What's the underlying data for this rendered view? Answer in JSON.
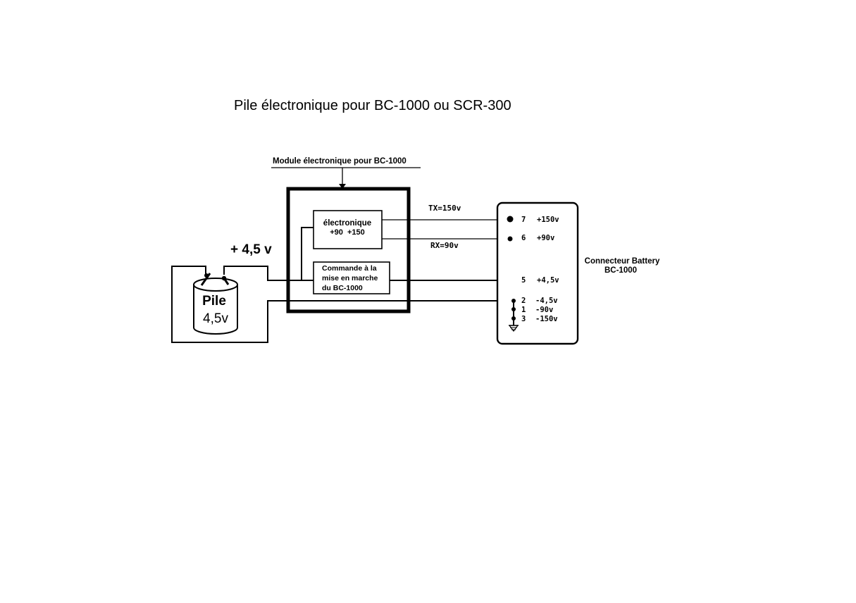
{
  "title": "Pile électronique pour BC-1000 ou SCR-300",
  "module_label": "Module électronique pour BC-1000",
  "battery": {
    "label": "Pile",
    "voltage": "4,5v"
  },
  "supply_label": "+ 4,5 v",
  "electronics": {
    "line1": "électronique",
    "line2": "+90  +150"
  },
  "command": {
    "line1": "Commande à la",
    "line2": "mise en marche",
    "line3": "du BC-1000"
  },
  "tx_label": "TX=150v",
  "rx_label": "RX=90v",
  "connector": {
    "title_line1": "Connecteur Battery",
    "title_line2": "BC-1000",
    "pins": [
      {
        "num": "7",
        "label": "+150v"
      },
      {
        "num": "6",
        "label": "+90v"
      },
      {
        "num": "5",
        "label": "+4,5v"
      },
      {
        "num": "2",
        "label": "-4,5v"
      },
      {
        "num": "1",
        "label": "-90v"
      },
      {
        "num": "3",
        "label": "-150v"
      }
    ]
  }
}
